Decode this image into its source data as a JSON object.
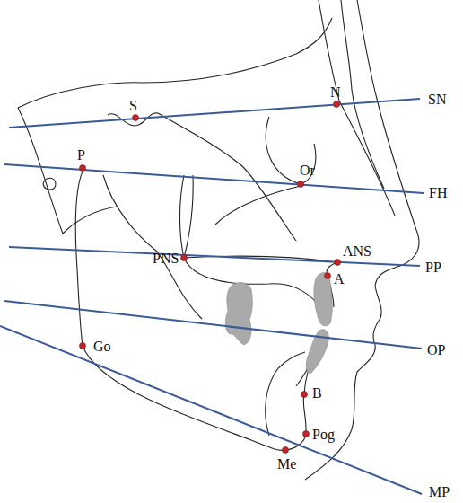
{
  "diagram": {
    "labels": [
      "S",
      "N",
      "SN",
      "P",
      "Or",
      "FH",
      "PNS",
      "ANS",
      "PP",
      "A",
      "OP",
      "Go",
      "B",
      "Pog",
      "Me",
      "MP"
    ]
  }
}
